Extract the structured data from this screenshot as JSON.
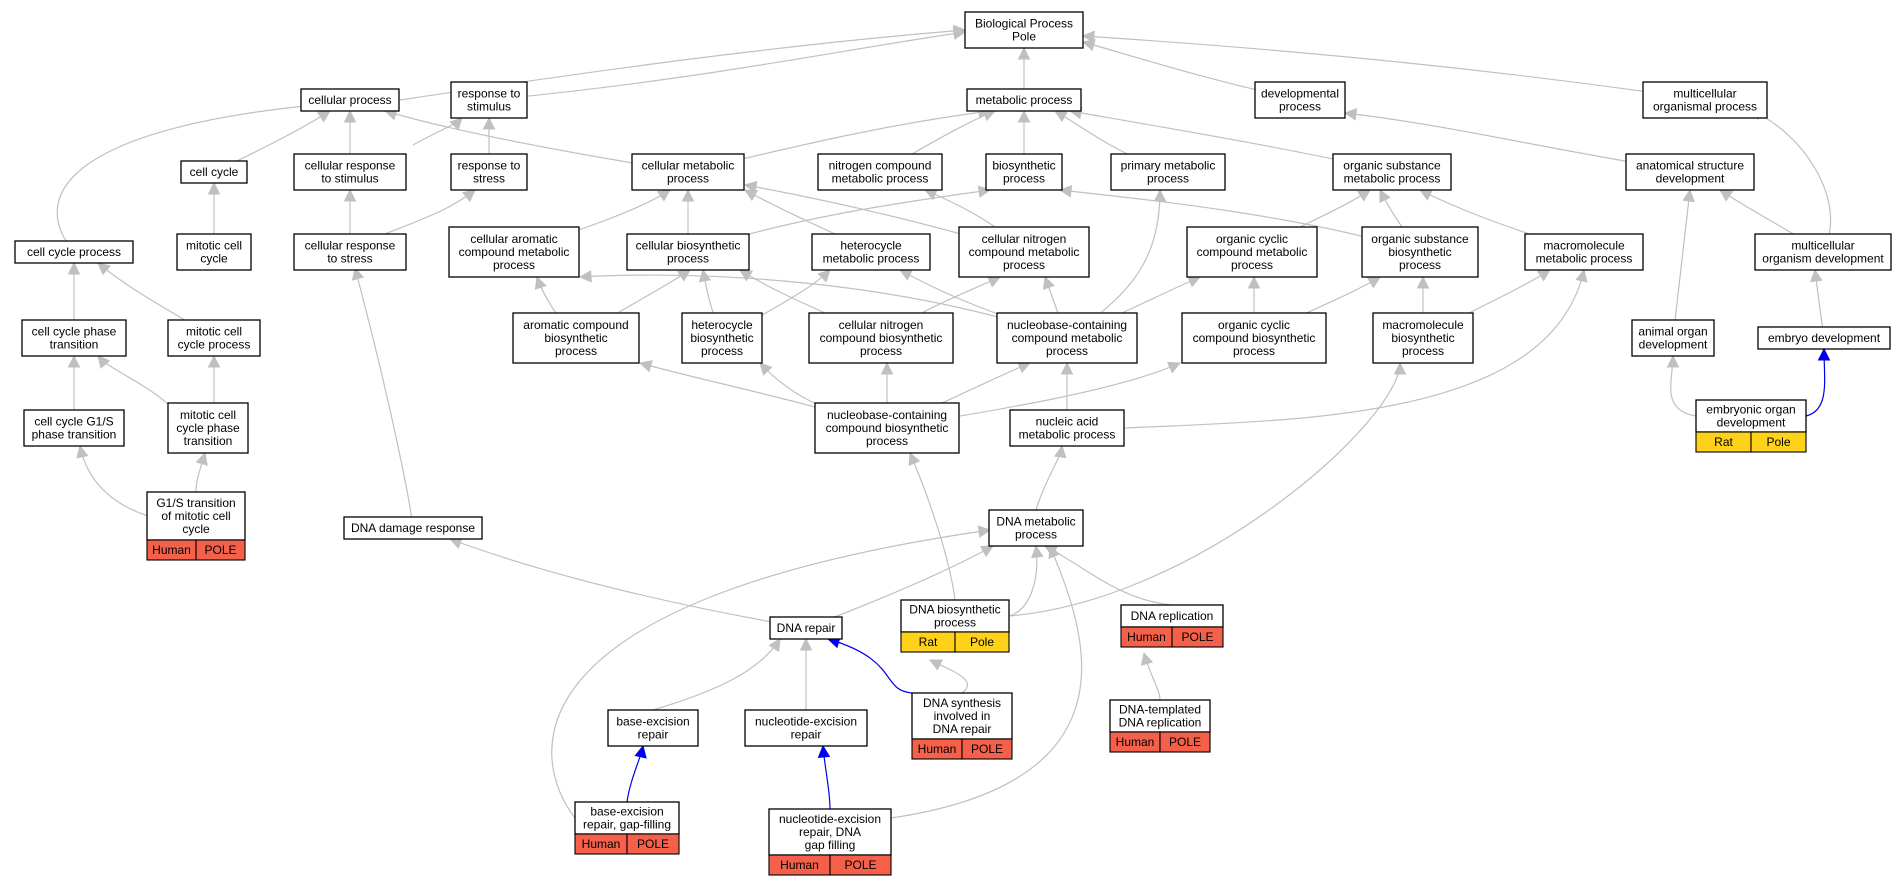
{
  "colors": {
    "edge": "#c0c0c0",
    "highlight_edge": "#0000ee",
    "human_badge": "#f4604a",
    "rat_badge": "#ffd21a"
  },
  "nodes": [
    {
      "id": "bp",
      "lines": [
        "Biological Process",
        "Pole"
      ]
    },
    {
      "id": "cp",
      "lines": [
        "cellular process"
      ]
    },
    {
      "id": "rs",
      "lines": [
        "response to",
        "stimulus"
      ]
    },
    {
      "id": "mp",
      "lines": [
        "metabolic process"
      ]
    },
    {
      "id": "dp",
      "lines": [
        "developmental",
        "process"
      ]
    },
    {
      "id": "mop",
      "lines": [
        "multicellular",
        "organismal process"
      ]
    },
    {
      "id": "cc",
      "lines": [
        "cell cycle"
      ]
    },
    {
      "id": "crs",
      "lines": [
        "cellular response",
        "to stimulus"
      ]
    },
    {
      "id": "rts",
      "lines": [
        "response to",
        "stress"
      ]
    },
    {
      "id": "cmp",
      "lines": [
        "cellular metabolic",
        "process"
      ]
    },
    {
      "id": "ncmp",
      "lines": [
        "nitrogen compound",
        "metabolic process"
      ]
    },
    {
      "id": "bsp",
      "lines": [
        "biosynthetic",
        "process"
      ]
    },
    {
      "id": "pmp",
      "lines": [
        "primary metabolic",
        "process"
      ]
    },
    {
      "id": "osmp",
      "lines": [
        "organic substance",
        "metabolic process"
      ]
    },
    {
      "id": "asd",
      "lines": [
        "anatomical structure",
        "development"
      ]
    },
    {
      "id": "ccp",
      "lines": [
        "cell cycle process"
      ]
    },
    {
      "id": "mcc",
      "lines": [
        "mitotic cell",
        "cycle"
      ]
    },
    {
      "id": "crst",
      "lines": [
        "cellular response",
        "to stress"
      ]
    },
    {
      "id": "cacmp",
      "lines": [
        "cellular aromatic",
        "compound metabolic",
        "process"
      ]
    },
    {
      "id": "cbp",
      "lines": [
        "cellular biosynthetic",
        "process"
      ]
    },
    {
      "id": "hmp",
      "lines": [
        "heterocycle",
        "metabolic process"
      ]
    },
    {
      "id": "cncmp",
      "lines": [
        "cellular nitrogen",
        "compound metabolic",
        "process"
      ]
    },
    {
      "id": "occmp",
      "lines": [
        "organic cyclic",
        "compound metabolic",
        "process"
      ]
    },
    {
      "id": "osbp",
      "lines": [
        "organic substance",
        "biosynthetic",
        "process"
      ]
    },
    {
      "id": "macmp",
      "lines": [
        "macromolecule",
        "metabolic process"
      ]
    },
    {
      "id": "mod",
      "lines": [
        "multicellular",
        "organism development"
      ]
    },
    {
      "id": "ccpt",
      "lines": [
        "cell cycle phase",
        "transition"
      ]
    },
    {
      "id": "mccp",
      "lines": [
        "mitotic cell",
        "cycle process"
      ]
    },
    {
      "id": "acbp",
      "lines": [
        "aromatic compound",
        "biosynthetic",
        "process"
      ]
    },
    {
      "id": "hbp",
      "lines": [
        "heterocycle",
        "biosynthetic",
        "process"
      ]
    },
    {
      "id": "cncbp",
      "lines": [
        "cellular nitrogen",
        "compound biosynthetic",
        "process"
      ]
    },
    {
      "id": "nbccmp",
      "lines": [
        "nucleobase-containing",
        "compound metabolic",
        "process"
      ]
    },
    {
      "id": "occbp",
      "lines": [
        "organic cyclic",
        "compound biosynthetic",
        "process"
      ]
    },
    {
      "id": "mabp",
      "lines": [
        "macromolecule",
        "biosynthetic",
        "process"
      ]
    },
    {
      "id": "aod",
      "lines": [
        "animal organ",
        "development"
      ]
    },
    {
      "id": "ed",
      "lines": [
        "embryo development"
      ]
    },
    {
      "id": "ccg1s",
      "lines": [
        "cell cycle G1/S",
        "phase transition"
      ]
    },
    {
      "id": "mccpt",
      "lines": [
        "mitotic cell",
        "cycle phase",
        "transition"
      ]
    },
    {
      "id": "nbccbp",
      "lines": [
        "nucleobase-containing",
        "compound biosynthetic",
        "process"
      ]
    },
    {
      "id": "namp",
      "lines": [
        "nucleic acid",
        "metabolic process"
      ]
    },
    {
      "id": "eod",
      "lines": [
        "embryonic organ",
        "development"
      ],
      "badges": [
        "Rat",
        "Pole"
      ]
    },
    {
      "id": "g1s",
      "lines": [
        "G1/S transition",
        "of mitotic cell",
        "cycle"
      ],
      "badges": [
        "Human",
        "POLE"
      ]
    },
    {
      "id": "ddr",
      "lines": [
        "DNA damage response"
      ]
    },
    {
      "id": "dnamp",
      "lines": [
        "DNA metabolic",
        "process"
      ]
    },
    {
      "id": "dnabp",
      "lines": [
        "DNA biosynthetic",
        "process"
      ],
      "badges": [
        "Rat",
        "Pole"
      ]
    },
    {
      "id": "dnarep",
      "lines": [
        "DNA replication"
      ],
      "badges": [
        "Human",
        "POLE"
      ]
    },
    {
      "id": "dnar",
      "lines": [
        "DNA repair"
      ]
    },
    {
      "id": "ber",
      "lines": [
        "base-excision",
        "repair"
      ]
    },
    {
      "id": "ner",
      "lines": [
        "nucleotide-excision",
        "repair"
      ]
    },
    {
      "id": "dsidr",
      "lines": [
        "DNA synthesis",
        "involved in",
        "DNA repair"
      ],
      "badges": [
        "Human",
        "POLE"
      ]
    },
    {
      "id": "dtdr",
      "lines": [
        "DNA-templated",
        "DNA replication"
      ],
      "badges": [
        "Human",
        "POLE"
      ]
    },
    {
      "id": "bergf",
      "lines": [
        "base-excision",
        "repair, gap-filling"
      ],
      "badges": [
        "Human",
        "POLE"
      ]
    },
    {
      "id": "nergf",
      "lines": [
        "nucleotide-excision",
        "repair, DNA",
        "gap filling"
      ],
      "badges": [
        "Human",
        "POLE"
      ]
    }
  ]
}
